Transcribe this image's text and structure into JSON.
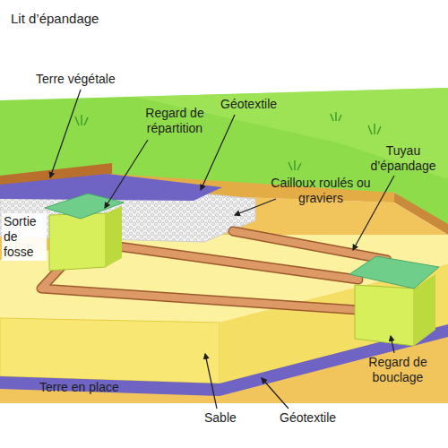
{
  "diagram": {
    "title": "Lit d’épandage",
    "labels": [
      "Terre végétale",
      "Regard de répartition",
      "Géotextile",
      "Cailloux roulés ou graviers",
      "Tuyau d’épandage",
      "Sortie de fosse",
      "Regard de bouclage",
      "Terre en place",
      "Sable",
      "Géotextile"
    ]
  }
}
